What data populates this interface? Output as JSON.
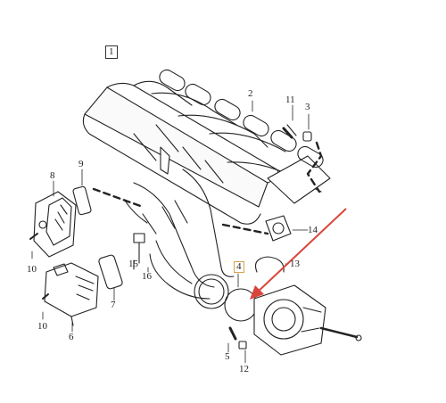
{
  "title_box": "1",
  "callouts": {
    "c1": "1",
    "c2": "2",
    "c3": "3",
    "c4": "4",
    "c5": "5",
    "c6": "6",
    "c7": "7",
    "c8": "8",
    "c9": "9",
    "c10a": "10",
    "c10b": "10",
    "c11": "11",
    "c12": "12",
    "c13": "13",
    "c14": "14",
    "c15": "15",
    "c16": "16"
  },
  "highlight": {
    "part": "4",
    "arrow_color": "#d9453a",
    "box_color": "#d4a24c"
  }
}
